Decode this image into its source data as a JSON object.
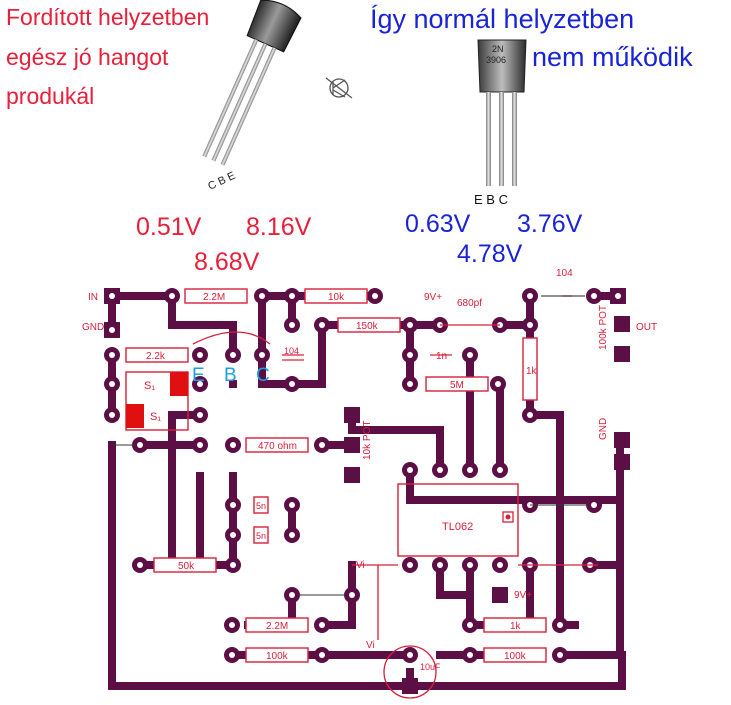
{
  "annotations": {
    "left_note": [
      "Fordított helyzetben",
      "egész jó hangot",
      "produkál"
    ],
    "right_note": [
      "Így normál helyzetben",
      "nem működik"
    ]
  },
  "transistor_left_pins": "C B E",
  "transistor_right_pins": "E B C",
  "transistor_right_marking": [
    "2N",
    "3906"
  ],
  "voltages_inverted": {
    "e": "0.51V",
    "c": "8.16V",
    "b": "8.68V"
  },
  "voltages_normal": {
    "e": "0.63V",
    "c": "3.76V",
    "b": "4.78V"
  },
  "pcb": {
    "label_in": "IN",
    "label_gnd_left": "GND",
    "label_9v_top": "9V+",
    "label_out": "OUT",
    "label_100k_pot": "100k POT",
    "label_gnd_right": "GND",
    "label_10k_pot": "10k POT",
    "label_9v_bottom": "9V+",
    "label_ic": "TL062",
    "label_vi_mid": "Vi",
    "label_vi_bottom": "Vi",
    "label_s1": "S₁",
    "label_s2": "S₁",
    "label_pin_e": "E",
    "label_pin_b": "B",
    "label_pin_c": "C",
    "components": {
      "r_2_2m_top": "2.2M",
      "r_10k": "10k",
      "c_104_top": "104",
      "c_680pf": "680pf",
      "r_150k": "150k",
      "r_2_2k": "2.2k",
      "c_104_mid": "104",
      "c_1n": "1n",
      "r_5m": "5M",
      "r_1k_vert": "1k",
      "r_470_ohm": "470 ohm",
      "c_5n_a": "5n",
      "c_5n_b": "5n",
      "r_50k": "50k",
      "r_2_2m_bottom": "2.2M",
      "r_1k_bottom": "1k",
      "r_100k_a": "100k",
      "r_100k_b": "100k",
      "c_10uf": "10uF"
    }
  },
  "colors": {
    "trace": "#5c0f45",
    "silk_red": "#d8203a",
    "voltage_red": "#e8203a",
    "voltage_blue": "#1a24d6",
    "pin_cyan": "#1ea0e0"
  }
}
